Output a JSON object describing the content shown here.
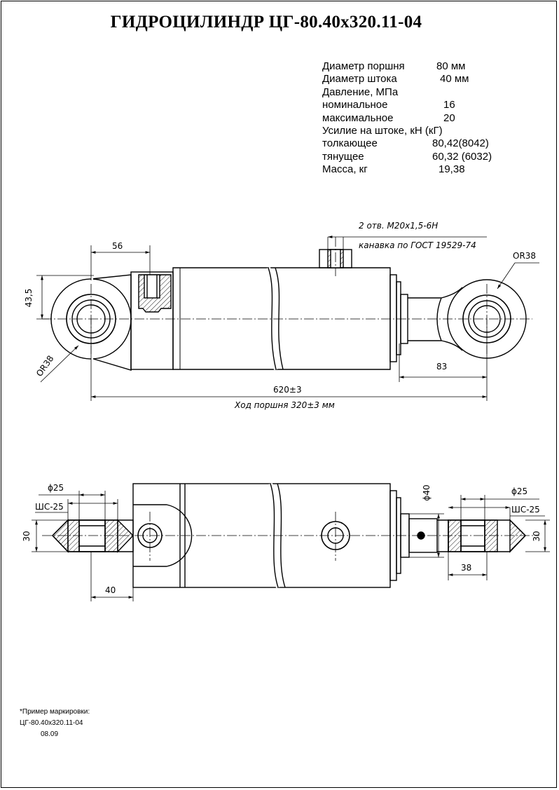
{
  "title": "ГИДРОЦИЛИНДР ЦГ-80.40х320.11-04",
  "specs": [
    {
      "label": "Диаметр поршня",
      "value": "80 мм"
    },
    {
      "label": "Диаметр штока",
      "value": "40 мм"
    },
    {
      "label": "Давление, МПа",
      "value": ""
    },
    {
      "label": "номинальное",
      "value": "16"
    },
    {
      "label": "максимальное",
      "value": "20"
    },
    {
      "label": "Усилие на штоке, кН (кГ)",
      "value": ""
    },
    {
      "label": "толкающее",
      "value": "80,42(8042)"
    },
    {
      "label": "тянущее",
      "value": "60,32 (6032)"
    },
    {
      "label": "Масса, кг",
      "value": "19,38"
    }
  ],
  "drawing_top": {
    "port_note_1": "2 отв. М20х1,5-6Н",
    "port_note_2": "канавка по ГОСТ 19529-74",
    "dim_56": "56",
    "dim_43_5": "43,5",
    "dim_r38_left": "ОR38",
    "dim_r38_right": "ОR38",
    "dim_83": "83",
    "dim_620": "620±3",
    "stroke_label": "Ход поршня 320±3 мм"
  },
  "drawing_bottom": {
    "dia_25_left": "ϕ25",
    "bearing_left": "ШС-25",
    "dim_30_left": "30",
    "dim_40": "40",
    "dia_40": "ϕ40",
    "dia_25_right": "ϕ25",
    "bearing_right": "ШС-25",
    "dim_30_right": "30",
    "dim_38": "38"
  },
  "marking_note": {
    "line1": "*Пример маркировки:",
    "line2": "ЦГ-80.40х320.11-04",
    "line3": "08.09"
  }
}
